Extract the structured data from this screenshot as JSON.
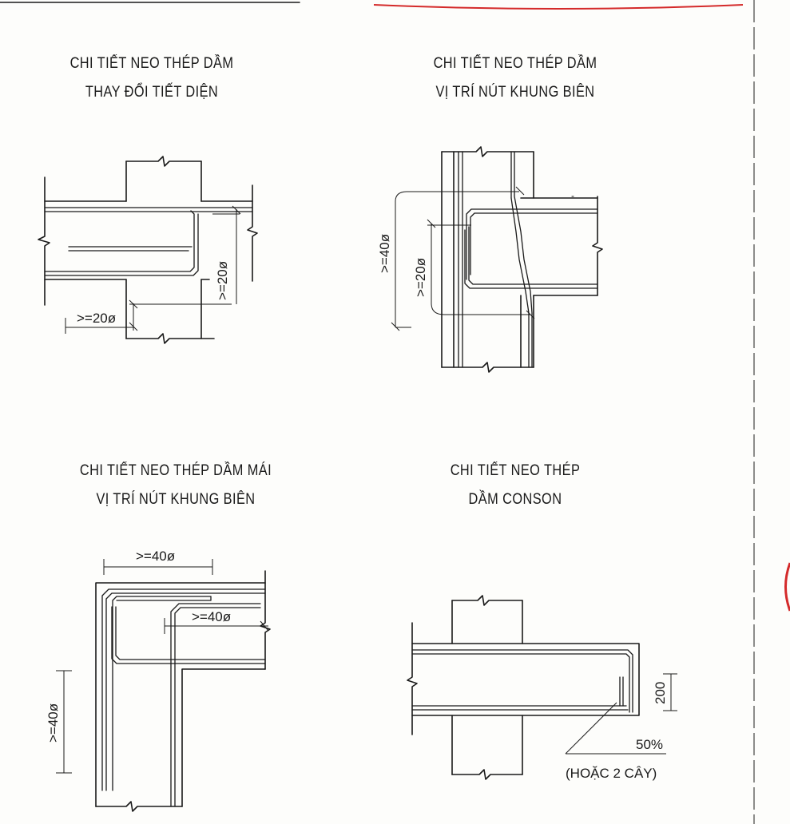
{
  "details": [
    {
      "title_line1": "CHI TIẾT NEO THÉP DẦM",
      "title_line2": "THAY ĐỔI TIẾT DIỆN",
      "dims": [
        ">=20ø",
        ">=20ø"
      ]
    },
    {
      "title_line1": "CHI TIẾT NEO THÉP DẦM",
      "title_line2": "VỊ TRÍ NÚT KHUNG BIÊN",
      "dims": [
        ">=40ø",
        ">=20ø"
      ]
    },
    {
      "title_line1": "CHI TIẾT NEO THÉP DẦM MÁI",
      "title_line2": "VỊ TRÍ NÚT KHUNG BIÊN",
      "dims": [
        ">=40ø",
        ">=40ø",
        ">=40ø"
      ]
    },
    {
      "title_line1": "CHI TIẾT NEO THÉP",
      "title_line2": "DẦM CONSON",
      "dims": [
        "200"
      ],
      "note_line1": "50%",
      "note_line2": "(HOẶC 2 CÂY)"
    }
  ],
  "colors": {
    "ink": "#1a1a1a",
    "paper": "#fdfdfb",
    "red_mark": "#d42a2a"
  }
}
